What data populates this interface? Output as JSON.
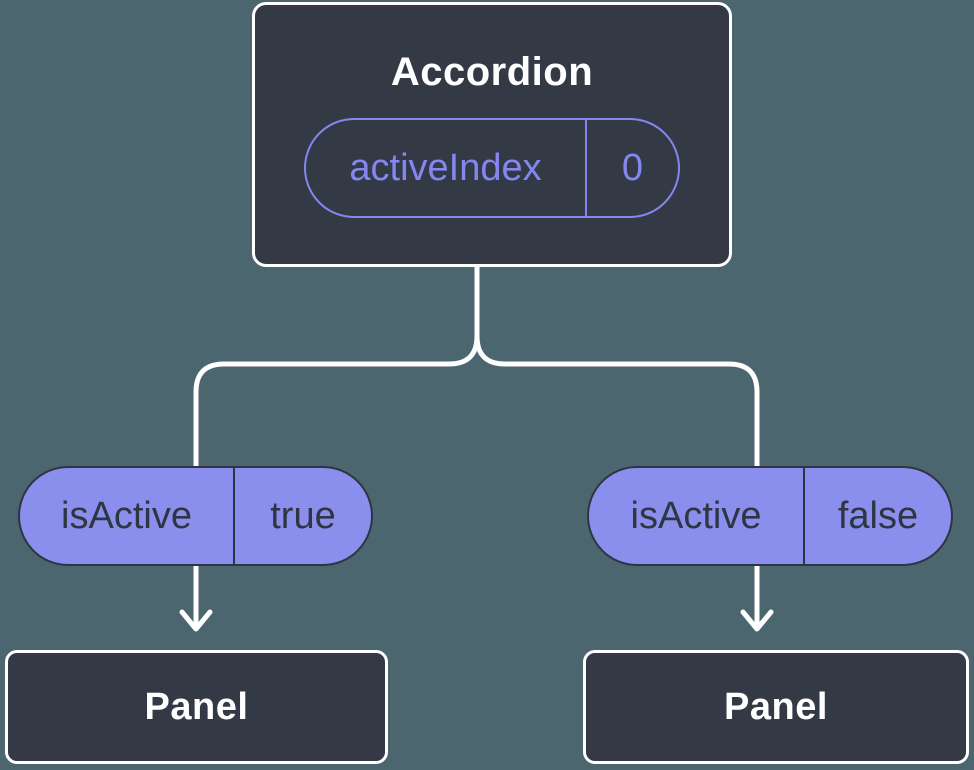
{
  "root": {
    "title": "Accordion",
    "state_label": "activeIndex",
    "state_value": "0"
  },
  "branches": {
    "left": {
      "prop_label": "isActive",
      "prop_value": "true",
      "child_title": "Panel"
    },
    "right": {
      "prop_label": "isActive",
      "prop_value": "false",
      "child_title": "Panel"
    }
  },
  "colors": {
    "background": "#4C6670",
    "node_fill": "#333A46",
    "node_border": "#FFFFFF",
    "node_text": "#FFFFFF",
    "accent_purple": "#8487EF",
    "pill_fill": "#8A8FEE",
    "pill_border": "#2E3440",
    "pill_text": "#2F3541",
    "connector": "#FFFFFF"
  }
}
